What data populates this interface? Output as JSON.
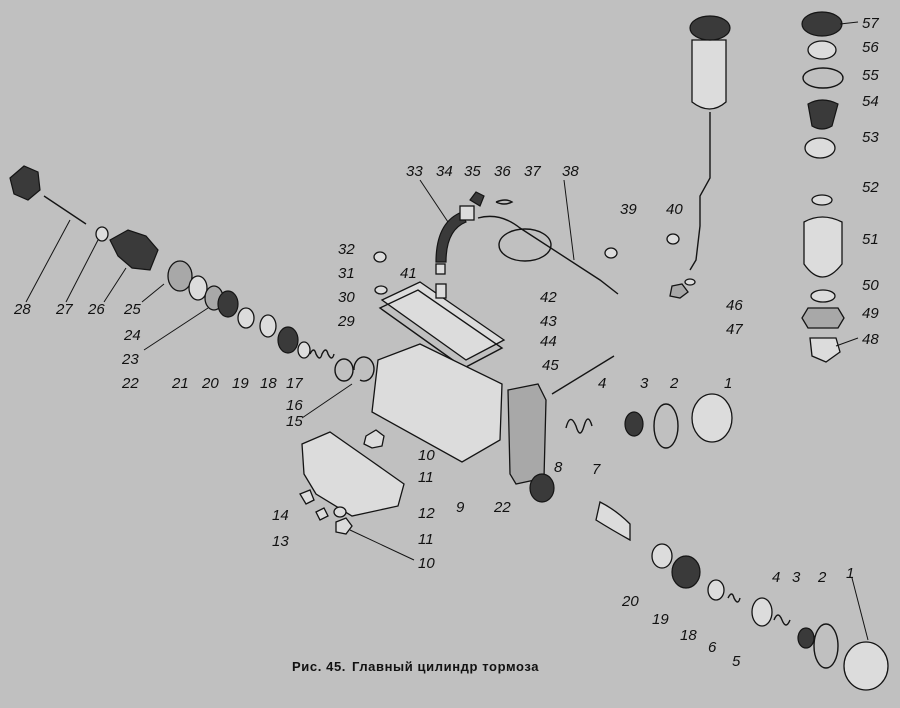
{
  "figure": {
    "caption_prefix": "Рис. 45.",
    "caption_title": "Главный цилиндр тормоза",
    "background_color": "#c0c0c0",
    "ink_color": "#141414"
  },
  "labels": {
    "l1a": "1",
    "l2a": "2",
    "l3a": "3",
    "l4a": "4",
    "l1b": "1",
    "l2b": "2",
    "l3b": "3",
    "l4b": "4",
    "l5": "5",
    "l6": "6",
    "l7": "7",
    "l8": "8",
    "l9": "9",
    "l10a": "10",
    "l11a": "11",
    "l10b": "10",
    "l11b": "11",
    "l12": "12",
    "l13": "13",
    "l14": "14",
    "l15": "15",
    "l16": "16",
    "l17": "17",
    "l18a": "18",
    "l18b": "18",
    "l19a": "19",
    "l19b": "19",
    "l20a": "20",
    "l20b": "20",
    "l21": "21",
    "l22a": "22",
    "l22b": "22",
    "l23": "23",
    "l24": "24",
    "l25": "25",
    "l26": "26",
    "l27": "27",
    "l28": "28",
    "l29": "29",
    "l30": "30",
    "l31": "31",
    "l32": "32",
    "l33": "33",
    "l34": "34",
    "l35": "35",
    "l36": "36",
    "l37": "37",
    "l38": "38",
    "l39": "39",
    "l40": "40",
    "l41": "41",
    "l42": "42",
    "l43": "43",
    "l44": "44",
    "l45": "45",
    "l46": "46",
    "l47": "47",
    "l48": "48",
    "l49": "49",
    "l50": "50",
    "l51": "51",
    "l52": "52",
    "l53": "53",
    "l54": "54",
    "l55": "55",
    "l56": "56",
    "l57": "57"
  }
}
